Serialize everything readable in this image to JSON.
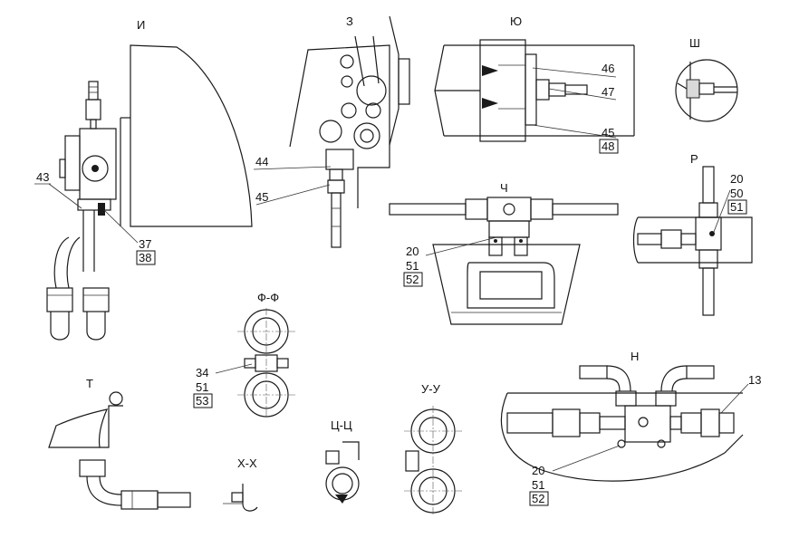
{
  "views": {
    "I": "И",
    "Z": "З",
    "Yu": "Ю",
    "Sh": "Ш",
    "Ch": "Ч",
    "R": "Р",
    "FF": "Ф-Ф",
    "T": "Т",
    "H": "Н",
    "UU": "У-У",
    "TsTs": "Ц-Ц",
    "XX": "Х-Х"
  },
  "callouts": {
    "c43": "43",
    "c37": "37",
    "c38": "38",
    "c44": "44",
    "c45a": "45",
    "c46": "46",
    "c47": "47",
    "c45b": "45",
    "c48": "48",
    "c20a": "20",
    "c51a": "51",
    "c52a": "52",
    "c20b": "20",
    "c50b": "50",
    "c51b": "51",
    "c34": "34",
    "c51c": "51",
    "c53": "53",
    "c13": "13",
    "c20c": "20",
    "c51d": "51",
    "c52c": "52"
  }
}
